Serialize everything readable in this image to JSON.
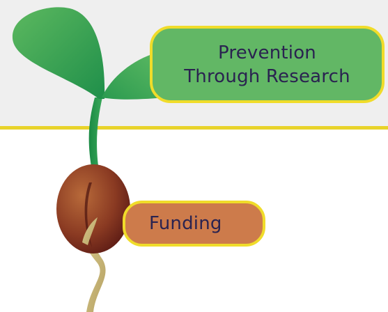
{
  "labels": {
    "prevention_line1": "Prevention",
    "prevention_line2": "Through Research",
    "funding": "Funding"
  },
  "colors": {
    "background_upper": "#efefef",
    "ground_line": "#e8d32a",
    "leaf_green": "#5cb85f",
    "stem_green": "#1f8f4a",
    "seed_brown": "#8a3a22",
    "root_tan": "#c8b57a",
    "prevention_box_fill": "#62b765",
    "funding_box_fill": "#cd7b4b",
    "box_border": "#f0dc2a",
    "label_text": "#2a2350"
  },
  "icons": {
    "plant": "sprouting-seedling-icon"
  }
}
